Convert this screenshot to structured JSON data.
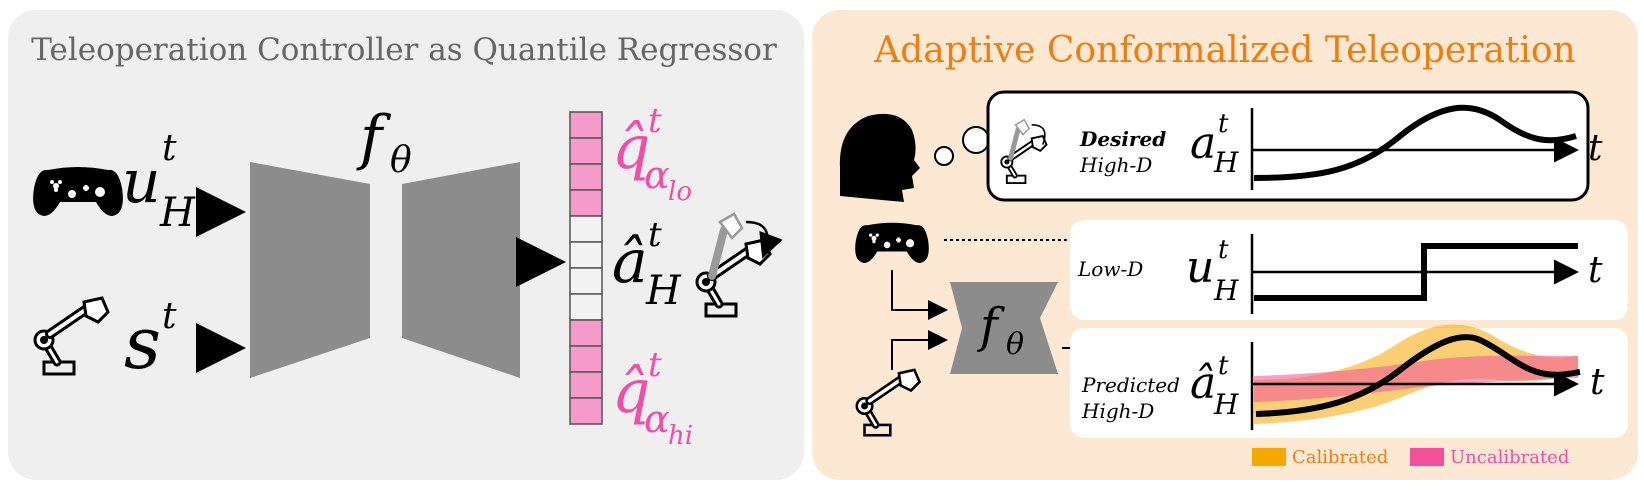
{
  "left_panel": {
    "title": "Teleoperation Controller as Quantile Regressor",
    "inputs": {
      "u_base": "u",
      "u_sup": "t",
      "u_sub": "H",
      "s_base": "s",
      "s_sup": "t"
    },
    "model": {
      "base": "f",
      "sub": "θ"
    },
    "outputs": {
      "q_lo": {
        "base": "q̂",
        "sup": "t",
        "sub": "α",
        "subsub": "lo"
      },
      "a_hat": {
        "base": "â",
        "sup": "t",
        "sub": "H"
      },
      "q_hi": {
        "base": "q̂",
        "sup": "t",
        "sub": "α",
        "subsub": "hi"
      }
    }
  },
  "right_panel": {
    "title": "Adaptive Conformalized Teleoperation",
    "rows": [
      {
        "label_line1": "Desired",
        "label_line2": "High-D",
        "sym_base": "a",
        "sym_sup": "t",
        "sym_sub": "H",
        "axis_label": "t"
      },
      {
        "label_line1": "Low-D",
        "sym_base": "u",
        "sym_sup": "t",
        "sym_sub": "H",
        "axis_label": "t"
      },
      {
        "label_line1": "Predicted",
        "label_line2": "High-D",
        "sym_base": "â",
        "sym_sup": "t",
        "sym_sub": "H",
        "axis_label": "t"
      }
    ],
    "model": {
      "base": "f",
      "sub": "θ"
    },
    "legend": [
      {
        "label": "Calibrated",
        "color": "#f5a800"
      },
      {
        "label": "Uncalibrated",
        "color": "#f2509a"
      }
    ]
  },
  "colors": {
    "left_bg": "#efefef",
    "right_bg": "#fde9d3",
    "title_orange": "#f07d12",
    "quantile_pink": "#ef4fa6",
    "cell_pink": "#f59bcc",
    "network_gray": "#8c8c8c"
  },
  "icons": [
    "gamepad-icon",
    "robot-arm-icon",
    "human-head-icon",
    "thought-bubble-icon"
  ]
}
